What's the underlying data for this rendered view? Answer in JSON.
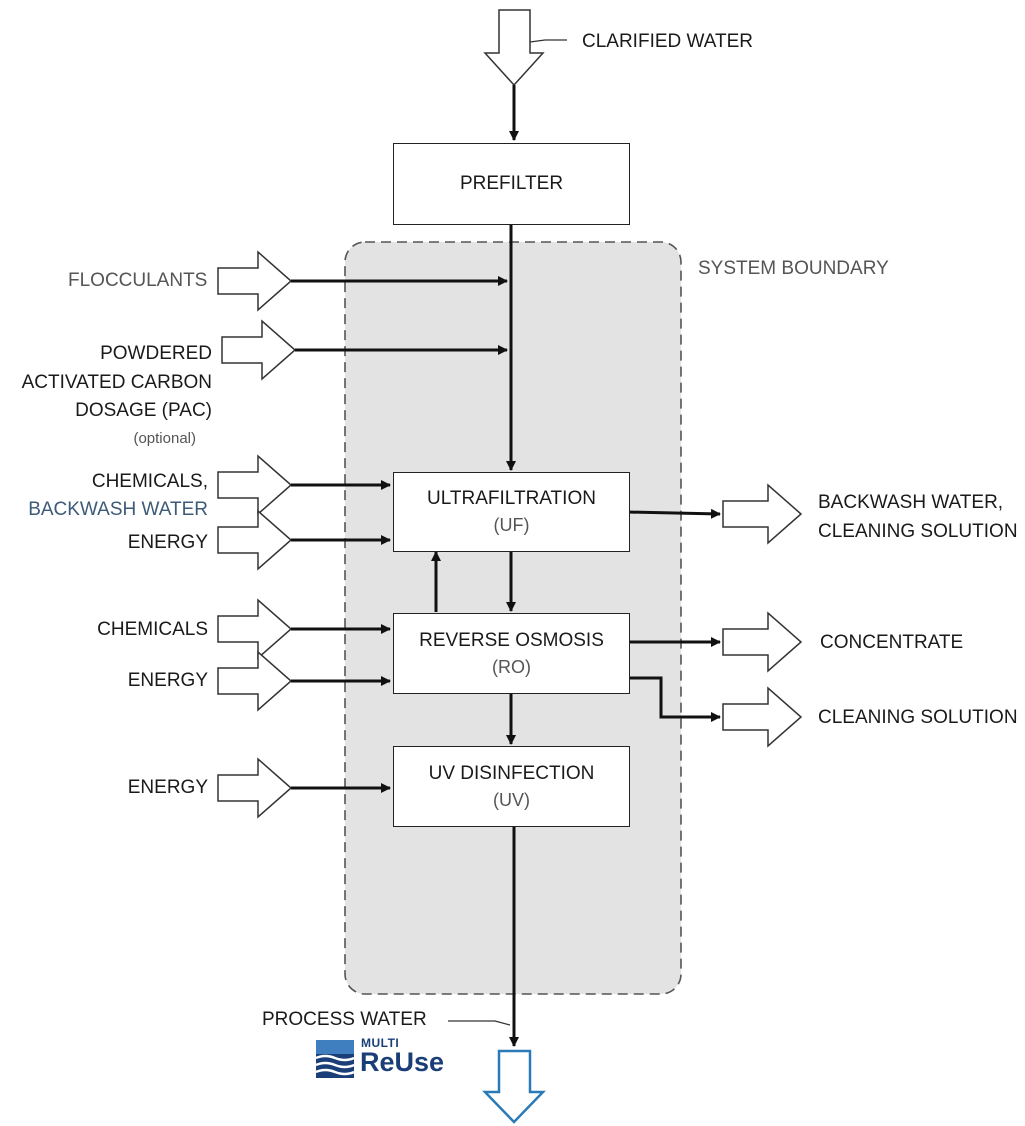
{
  "inputs": {
    "clarified_water": "CLARIFIED WATER",
    "flocculants": "FLOCCULANTS",
    "pac": [
      "POWDERED",
      "ACTIVATED CARBON",
      "DOSAGE (PAC)"
    ],
    "pac_note": "(optional)",
    "uf_chemicals": "CHEMICALS,",
    "uf_backwash": "BACKWASH WATER",
    "uf_energy": "ENERGY",
    "ro_chemicals": "CHEMICALS",
    "ro_energy": "ENERGY",
    "uv_energy": "ENERGY"
  },
  "units": {
    "prefilter": "PREFILTER",
    "uf": {
      "name": "ULTRAFILTRATION",
      "abbr": "(UF)"
    },
    "ro": {
      "name": "REVERSE OSMOSIS",
      "abbr": "(RO)"
    },
    "uv": {
      "name": "UV DISINFECTION",
      "abbr": "(UV)"
    }
  },
  "outputs": {
    "uf_output": [
      "BACKWASH WATER,",
      "CLEANING SOLUTION"
    ],
    "concentrate": "CONCENTRATE",
    "cleaning_solution": "CLEANING SOLUTION",
    "process_water": "PROCESS WATER"
  },
  "system_boundary": "SYSTEM BOUNDARY",
  "logo": {
    "top": "MULTI",
    "main": "ReUse"
  },
  "colors": {
    "boundary_fill": "#e3e3e3",
    "logo_blue": "#1a3f78",
    "output_arrow_blue": "#2a7ab8"
  }
}
